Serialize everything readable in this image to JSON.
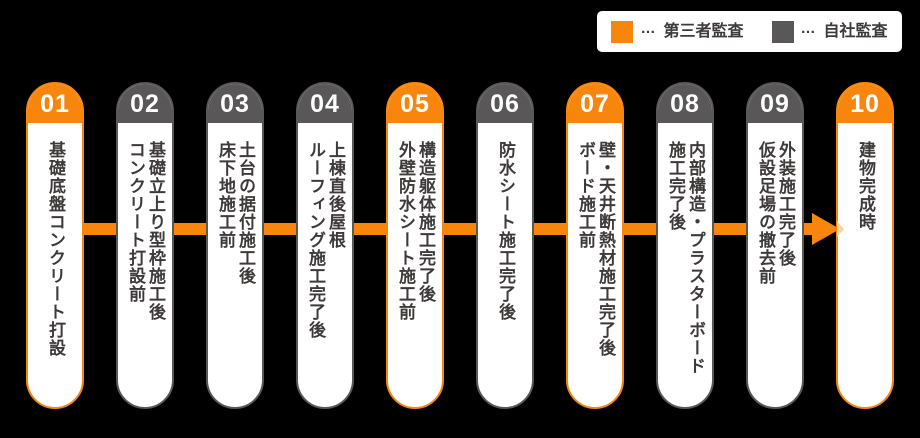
{
  "colors": {
    "third_party": "#F8860D",
    "self": "#595757",
    "text": "#3E3A39",
    "arrow_tip_highlight": "#FAD3A3",
    "pill_background": "#FFFFFF",
    "page_background": "#000000"
  },
  "legend": {
    "items": [
      {
        "type": "third_party",
        "dots": "…",
        "label": "第三者監査"
      },
      {
        "type": "self",
        "dots": "…",
        "label": "自社監査"
      }
    ]
  },
  "steps": [
    {
      "number": "01",
      "type": "third_party",
      "text": "基礎底盤コンクリート打設"
    },
    {
      "number": "02",
      "type": "self",
      "text": "基礎立上り型枠施工後\nコンクリート打設前"
    },
    {
      "number": "03",
      "type": "self",
      "text": "土台の据付施工後\n床下地施工前"
    },
    {
      "number": "04",
      "type": "self",
      "text": "上棟直後屋根\nルーフィング施工完了後"
    },
    {
      "number": "05",
      "type": "third_party",
      "text": "構造躯体施工完了後\n外壁防水シート施工前"
    },
    {
      "number": "06",
      "type": "self",
      "text": "防水シート施工完了後"
    },
    {
      "number": "07",
      "type": "third_party",
      "text": "壁・天井断熱材施工完了後\nボード施工前"
    },
    {
      "number": "08",
      "type": "self",
      "text": "内部構造・プラスターボード\n施工完了後"
    },
    {
      "number": "09",
      "type": "self",
      "text": "外装施工完了後\n仮設足場の撤去前"
    },
    {
      "number": "10",
      "type": "third_party",
      "text": "建物完成時"
    }
  ]
}
